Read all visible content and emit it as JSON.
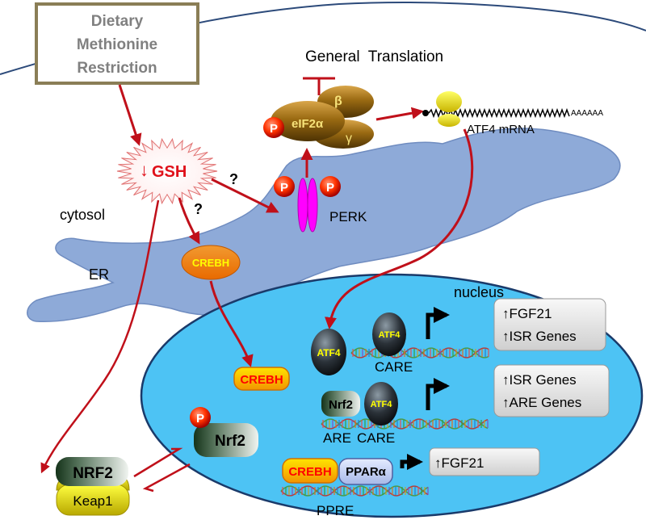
{
  "dietary_box": {
    "line1": "Dietary",
    "line2": "Methionine",
    "line3": "Restriction"
  },
  "gsh_label": "GSH",
  "gsh_arrow": "↓",
  "question_mark": "?",
  "cytosol_label": "cytosol",
  "er_label": "ER",
  "nucleus_label": "nucleus",
  "general_translation": "General  Translation",
  "eif2a": {
    "label": "eIF2α",
    "beta": "β",
    "gamma": "γ"
  },
  "phospho": "P",
  "perk_label": "PERK",
  "atf4_mrna_label": "ATF4 mRNA",
  "poly_a": "AAAAAA",
  "creb_h": "CREBH",
  "atf4": "ATF4",
  "nrf2": "Nrf2",
  "nrf2_caps": "NRF2",
  "keap1": "Keap1",
  "ppara": "PPARα",
  "care": "CARE",
  "are": "ARE",
  "ppre": "PPRE",
  "box1": {
    "line1": "↑FGF21",
    "line2": "↑ISR Genes"
  },
  "box2": {
    "line1": "↑ISR Genes",
    "line2": "↑ARE Genes"
  },
  "box3": {
    "line1": "↑FGF21"
  },
  "colors": {
    "er": "#8eaad8",
    "nucleus": "#4dc3f4",
    "arrow": "#c0101a",
    "creb_h": "#f07a00",
    "perk": "#ff00ff",
    "eif2": "#7a4f08",
    "atf4_text": "#ffff00"
  }
}
